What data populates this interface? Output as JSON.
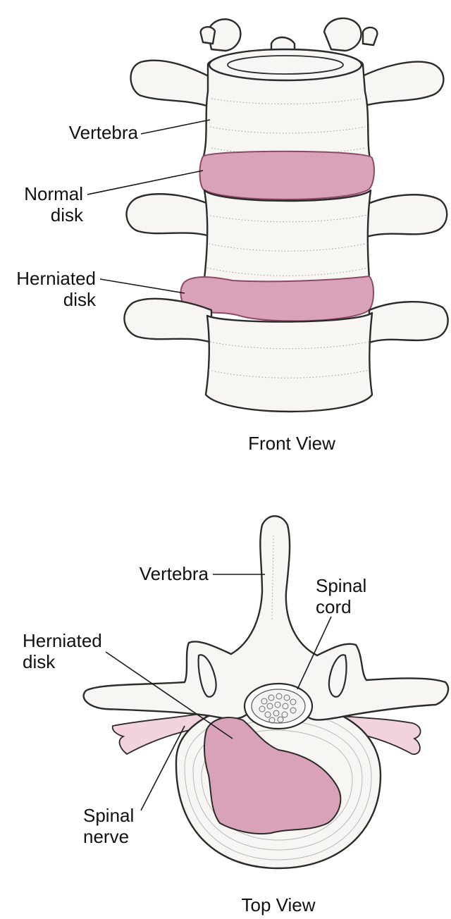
{
  "front_view": {
    "label_vertebra": "Vertebra",
    "label_normal_1": "Normal",
    "label_normal_2": "disk",
    "label_herniated_1": "Herniated",
    "label_herniated_2": "disk",
    "caption": "Front View"
  },
  "top_view": {
    "label_vertebra": "Vertebra",
    "label_cord_1": "Spinal",
    "label_cord_2": "cord",
    "label_herniated_1": "Herniated",
    "label_herniated_2": "disk",
    "label_nerve_1": "Spinal",
    "label_nerve_2": "nerve",
    "caption": "Top View"
  },
  "colors": {
    "disk": "#d9a2b8",
    "disk_edge": "#8c4a66",
    "nerve": "#f2d3dd",
    "bone": "#f7f6f3",
    "ink": "#2b2b2b"
  }
}
